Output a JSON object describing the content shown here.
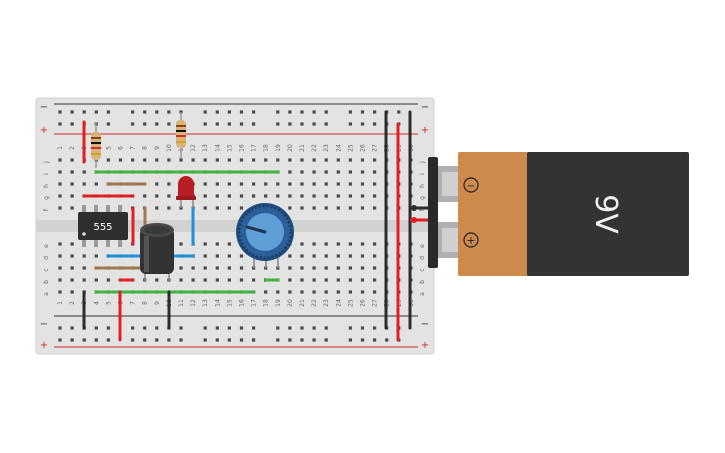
{
  "breadboard": {
    "rail_minus": "−",
    "rail_plus": "+",
    "top_row_letters": [
      "j",
      "i",
      "h",
      "g",
      "f"
    ],
    "bottom_row_letters": [
      "e",
      "d",
      "c",
      "b",
      "a"
    ],
    "column_numbers": [
      "1",
      "2",
      "3",
      "4",
      "5",
      "6",
      "7",
      "8",
      "9",
      "10",
      "11",
      "12",
      "13",
      "14",
      "15",
      "16",
      "17",
      "18",
      "19",
      "20",
      "21",
      "22",
      "23",
      "24",
      "25",
      "26",
      "27",
      "28",
      "29",
      "30"
    ]
  },
  "ic": {
    "label": "555"
  },
  "battery": {
    "voltage_label": "9V",
    "minus_symbol": "−",
    "plus_symbol": "+"
  },
  "colors": {
    "board": "#e3e3e3",
    "rail_red": "#d42a2a",
    "rail_dark": "#333333",
    "wire_red": "#e02020",
    "wire_green": "#3fb43f",
    "wire_blue": "#1e90d6",
    "wire_dark": "#2c2c2c",
    "battery_orange": "#cd8a4c",
    "battery_black": "#333333",
    "led_red": "#b81f24",
    "pot_blue": "#2d6fb2"
  }
}
